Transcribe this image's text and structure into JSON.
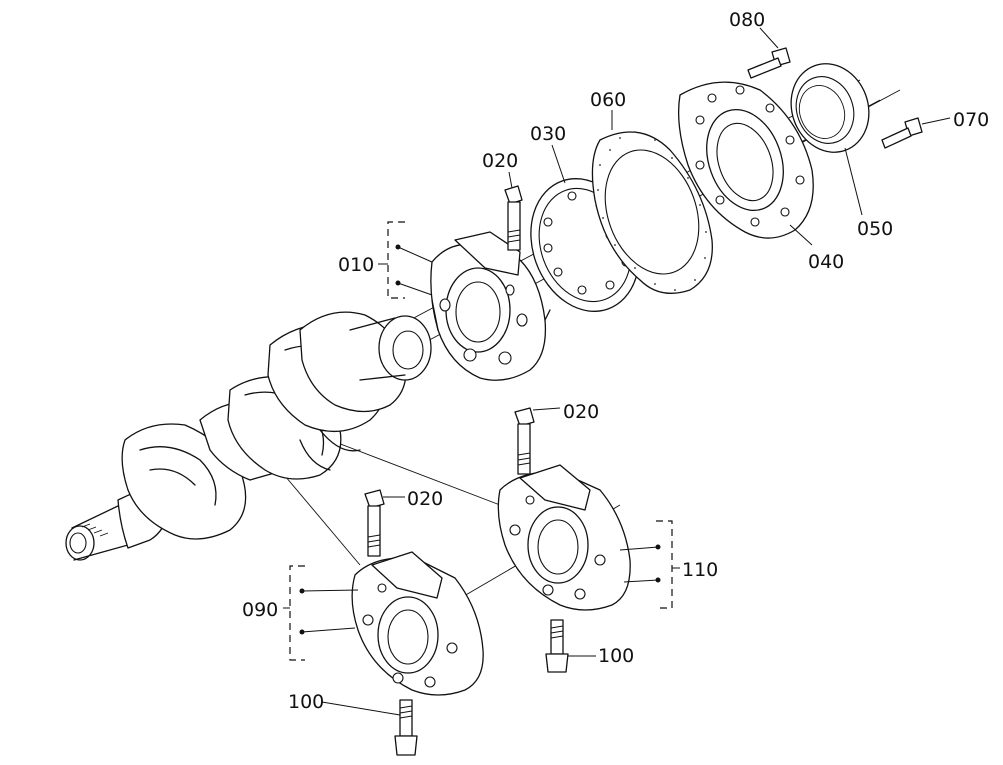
{
  "diagram": {
    "labels": {
      "p010": "010",
      "p020a": "020",
      "p020b": "020",
      "p020c": "020",
      "p030": "030",
      "p040": "040",
      "p050": "050",
      "p060": "060",
      "p070": "070",
      "p080": "080",
      "p090": "090",
      "p100a": "100",
      "p100b": "100",
      "p110": "110"
    }
  }
}
